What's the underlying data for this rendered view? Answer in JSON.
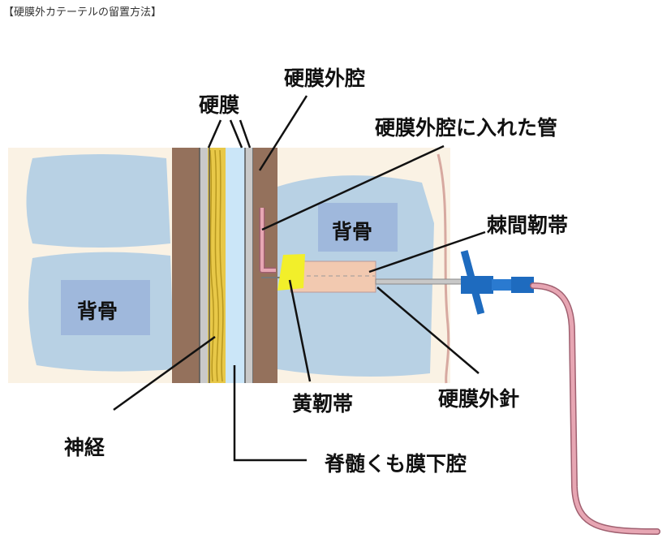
{
  "header": "【硬膜外カテーテルの留置方法】",
  "labels": {
    "dura": "硬膜",
    "epidural_space": "硬膜外腔",
    "catheter": "硬膜外腔に入れた管",
    "vertebra_left": "背骨",
    "vertebra_right": "背骨",
    "interspinous_ligament": "棘間靭帯",
    "ligamentum_flavum": "黄靭帯",
    "epidural_needle": "硬膜外針",
    "nerve": "神経",
    "subarachnoid_space": "脊髄くも膜下腔"
  },
  "colors": {
    "bone": "#b8d1e4",
    "bone_label_box": "#9fb8dc",
    "dura_brown": "#94715c",
    "csf": "#cbe6f8",
    "nerve_yellow": "#e8c848",
    "ligament_yellow": "#f2ef2a",
    "needle_body": "#f2c9b0",
    "hub_blue": "#1e6bbf",
    "catheter_pink": "#d88a9a"
  }
}
